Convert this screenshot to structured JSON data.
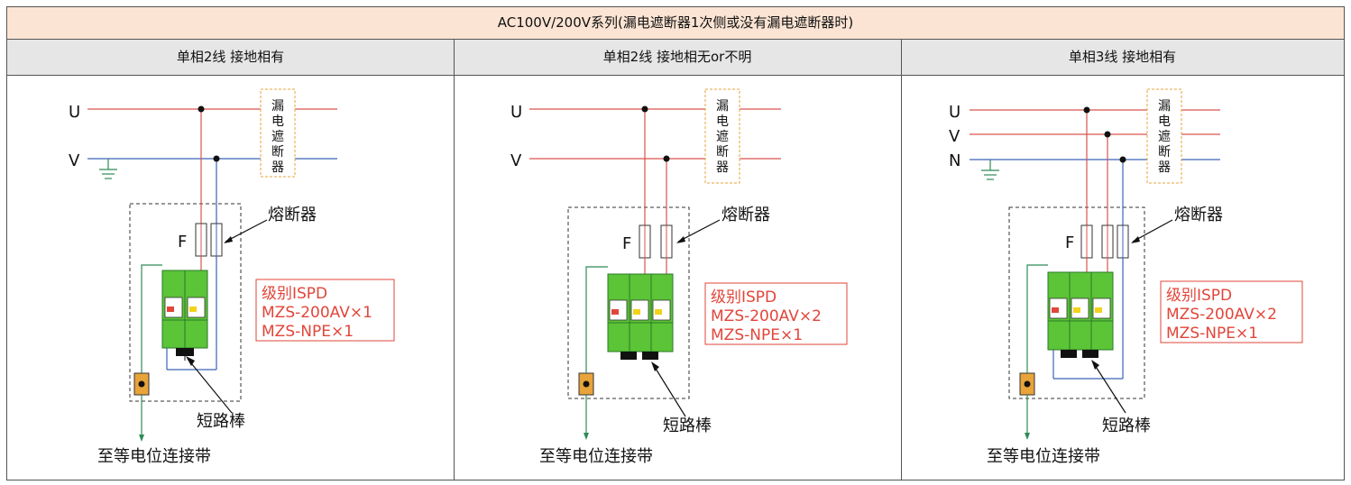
{
  "header": {
    "title": "AC100V/200V系列(漏电遮断器1次侧或没有漏电遮断器时)"
  },
  "colors": {
    "red": "#d9534f",
    "blue": "#3a63b8",
    "green": "#2e8b57",
    "spd_green": "#5cc437",
    "orange": "#e8a33a",
    "accent_red": "#e2453a"
  },
  "panels": [
    {
      "heading": "单相2线 接地相有",
      "lines": [
        "U",
        "V"
      ],
      "breaker_label": "漏电遮断器",
      "fuse_label": "F",
      "fuse_caption": "熔断器",
      "spec": [
        "级别ISPD",
        "MZS-200AV×1",
        "MZS-NPE×1"
      ],
      "short_bar": "短路棒",
      "bonding": "至等电位连接带"
    },
    {
      "heading": "单相2线 接地相无or不明",
      "lines": [
        "U",
        "V"
      ],
      "breaker_label": "漏电遮断器",
      "fuse_label": "F",
      "fuse_caption": "熔断器",
      "spec": [
        "级别ISPD",
        "MZS-200AV×2",
        "MZS-NPE×1"
      ],
      "short_bar": "短路棒",
      "bonding": "至等电位连接带"
    },
    {
      "heading": "单相3线 接地相有",
      "lines": [
        "U",
        "V",
        "N"
      ],
      "breaker_label": "漏电遮断器",
      "fuse_label": "F",
      "fuse_caption": "熔断器",
      "spec": [
        "级别ISPD",
        "MZS-200AV×2",
        "MZS-NPE×1"
      ],
      "short_bar": "短路棒",
      "bonding": "至等电位连接带"
    }
  ]
}
